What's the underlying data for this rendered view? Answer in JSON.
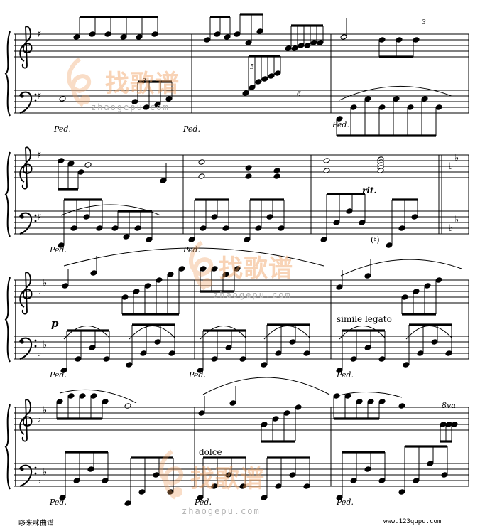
{
  "score": {
    "systems": [
      {
        "id": "system-1",
        "measures": 3
      },
      {
        "id": "system-2",
        "measures": 3
      },
      {
        "id": "system-3",
        "measures": 3
      },
      {
        "id": "system-4",
        "measures": 3
      }
    ]
  },
  "markings": {
    "pedal": "Ped.",
    "tempo_rit": "rit.",
    "dynamic_p": "p",
    "simile": "simile legato",
    "dolce": "dolce",
    "octave": "8va",
    "tuplet_3": "3",
    "tuplet_5": "5",
    "tuplet_6": "6",
    "natural_paren": "(♮)"
  },
  "watermark": {
    "brand": "找歌谱",
    "url": "zhaogepu.com"
  },
  "footer": {
    "left": "哆来咪曲谱",
    "right": "www.123qupu.com"
  },
  "colors": {
    "ink": "#000000",
    "watermark_orange": "#f0a060",
    "watermark_blue": "#7fa7d8"
  }
}
